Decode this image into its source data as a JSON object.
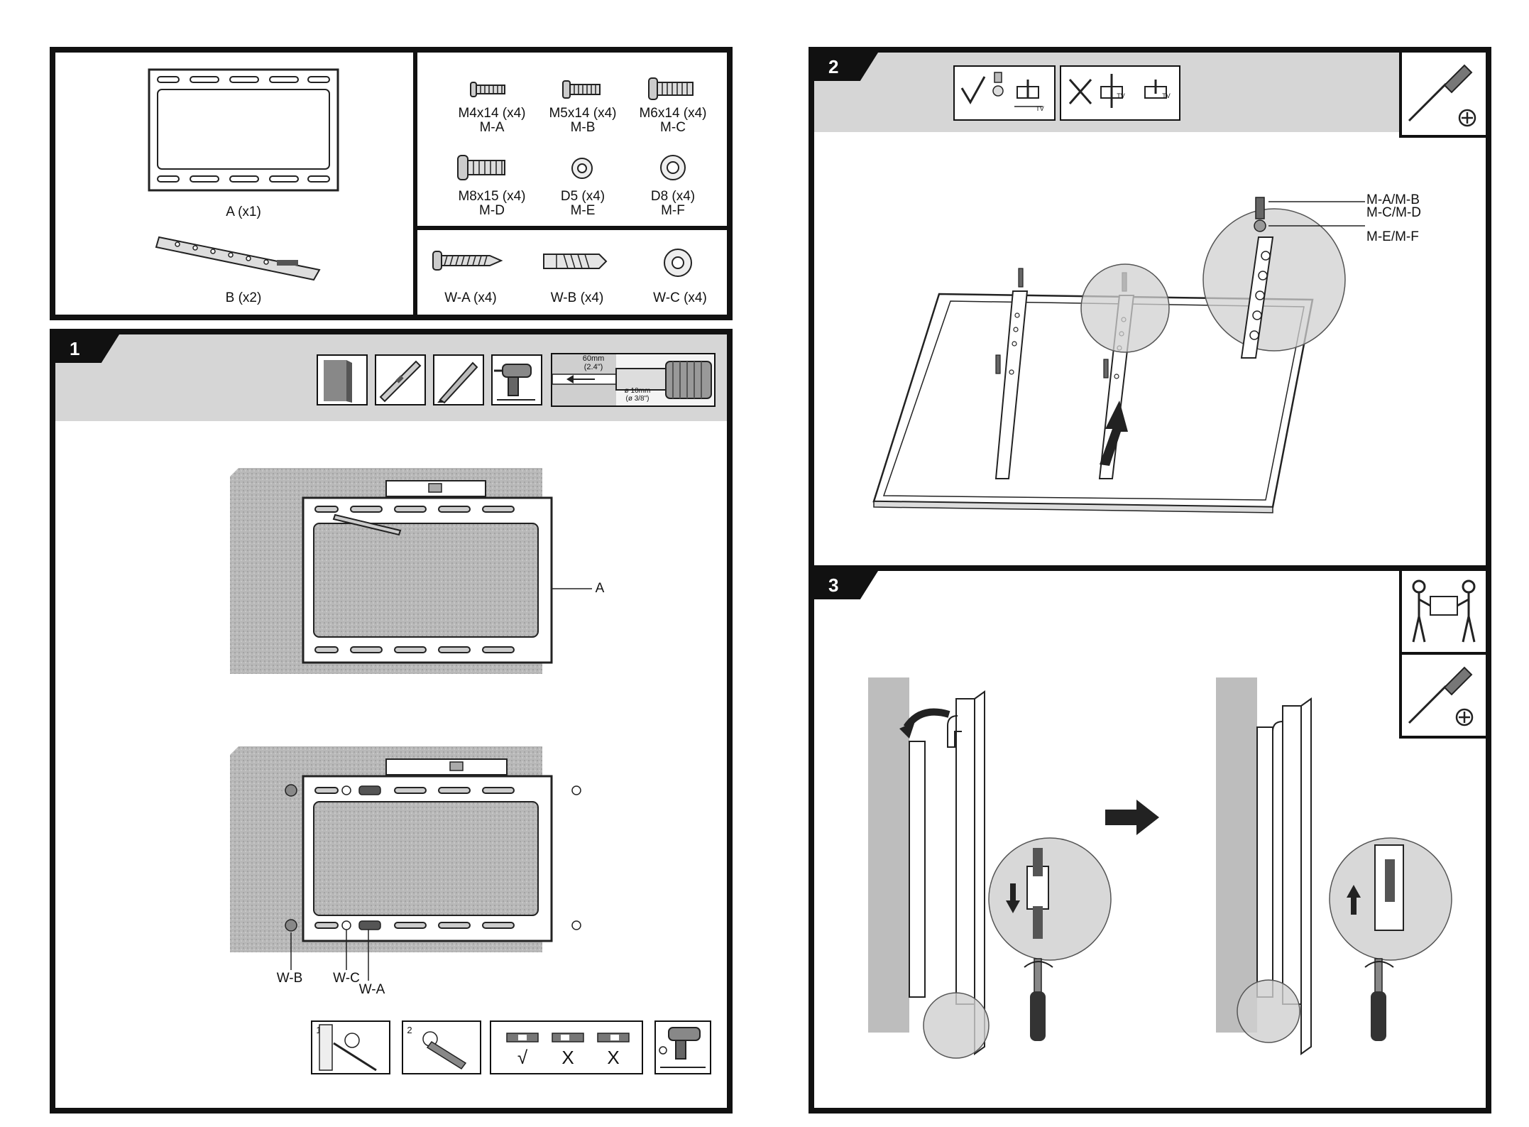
{
  "parts": {
    "bracket_a": "A (x1)",
    "arm_b": "B (x2)",
    "screws": [
      {
        "size": "M4x14 (x4)",
        "code": "M-A"
      },
      {
        "size": "M5x14 (x4)",
        "code": "M-B"
      },
      {
        "size": "M6x14 (x4)",
        "code": "M-C"
      },
      {
        "size": "M8x15 (x4)",
        "code": "M-D"
      },
      {
        "size": "D5 (x4)",
        "code": "M-E"
      },
      {
        "size": "D8 (x4)",
        "code": "M-F"
      }
    ],
    "wall_hardware": [
      "W-A (x4)",
      "W-B (x4)",
      "W-C (x4)"
    ]
  },
  "step1": {
    "number": "1",
    "drill_spec": {
      "depth": "60mm",
      "depth_in": "(2.4\")",
      "diameter": "ø 10mm",
      "diameter_in": "(ø 3/8\")"
    },
    "callout_a": "A",
    "callout_wb": "W-B",
    "callout_wc": "W-C",
    "callout_wa": "W-A",
    "sub_step_1": "1",
    "sub_step_2": "2",
    "level_marks": [
      "√",
      "X",
      "X"
    ]
  },
  "step2": {
    "number": "2",
    "callout_screws_1": "M-A/M-B",
    "callout_screws_2": "M-C/M-D",
    "callout_washers": "M-E/M-F",
    "tv_mark": "TV"
  },
  "step3": {
    "number": "3"
  }
}
